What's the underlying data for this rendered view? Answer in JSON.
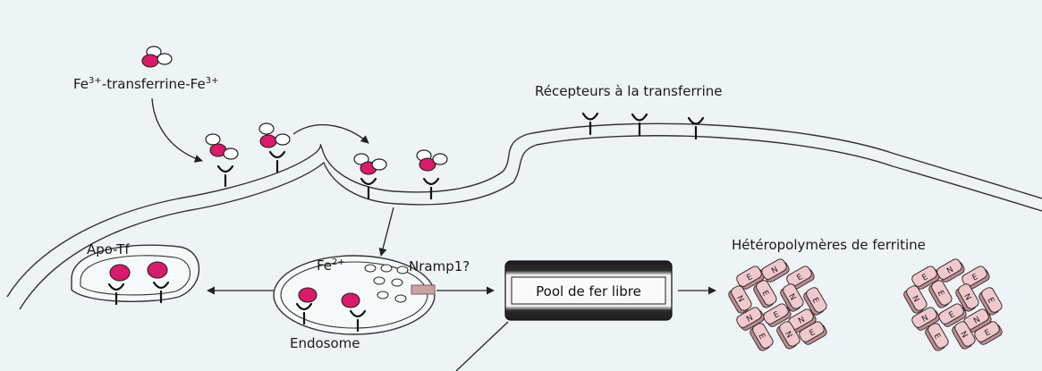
{
  "labels": {
    "transferrin_pre": "Fe",
    "transferrin_sup1": "3+",
    "transferrin_mid": "-transferrine-Fe",
    "transferrin_sup2": "3+",
    "receptors": "Récepteurs à la transferrine",
    "apo_tf": "Apo-Tf",
    "fe2_base": "Fe",
    "fe2_sup": "2+",
    "nramp": "Nramp1?",
    "endosome": "Endosome",
    "pool": "Pool de fer libre",
    "ferritin": "Hétéropolymères de ferritine",
    "ferritin_letter_e": "E",
    "ferritin_letter_n": "N"
  },
  "colors": {
    "background": "#eef3f5",
    "membrane": "#333333",
    "iron_pink": "#d81b6a",
    "pool_dark": "#222222",
    "ferritin_fill": "#f0c9ce",
    "ferritin_stroke": "#3a2a2c"
  }
}
